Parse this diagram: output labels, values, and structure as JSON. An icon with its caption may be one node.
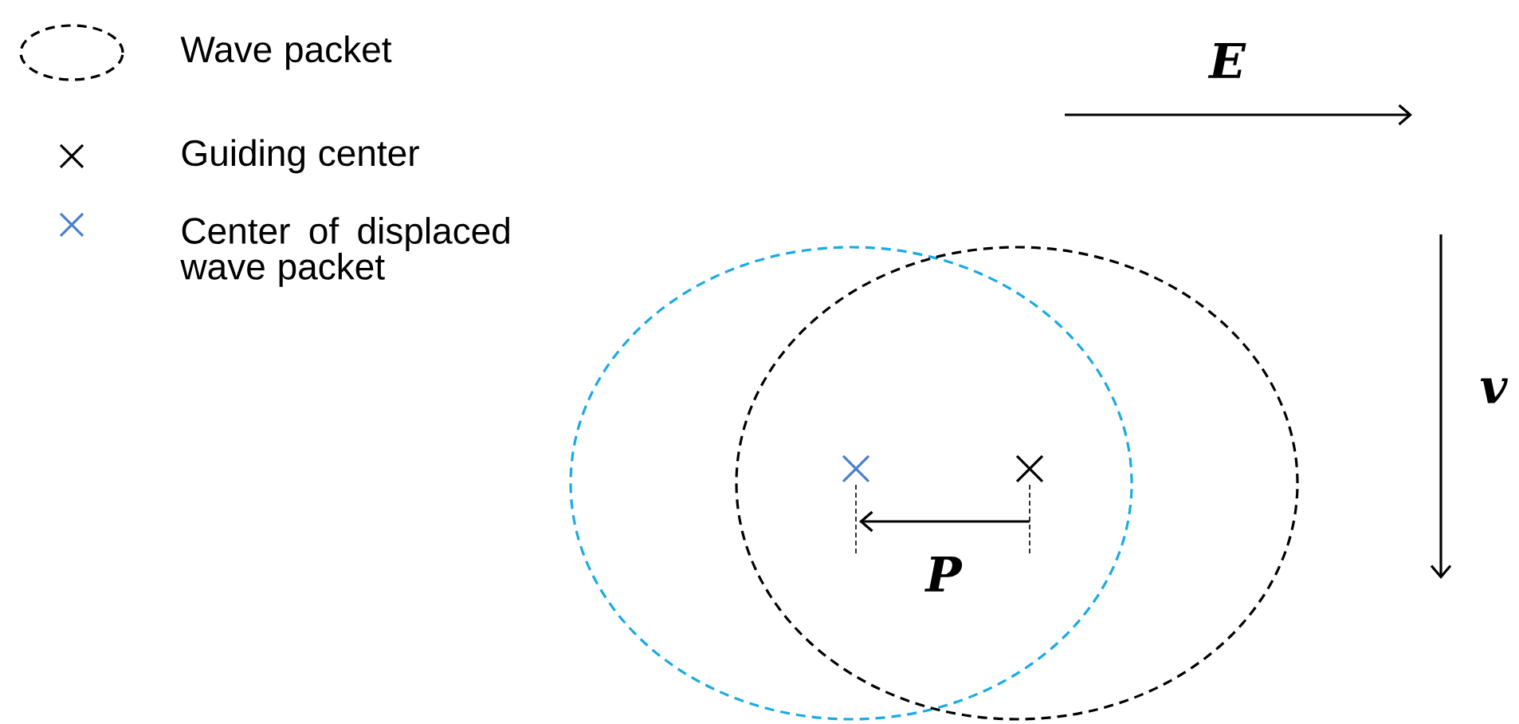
{
  "diagram": {
    "labels": [
      "E",
      "v",
      "P"
    ],
    "legend": [
      {
        "text": "Wave packet"
      },
      {
        "text": "Guiding center"
      },
      {
        "text": "Center of displaced wave packet"
      }
    ]
  }
}
